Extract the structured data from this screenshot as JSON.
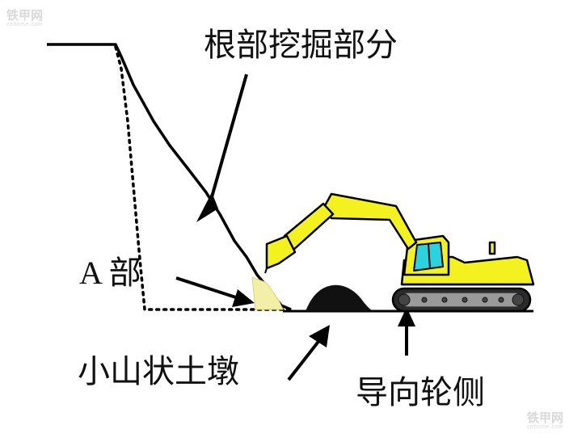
{
  "watermark": {
    "top_left_name": "铁甲网",
    "top_left_site": "cehome.com",
    "bottom_right_name": "铁甲网",
    "bottom_right_site": "cehome.com"
  },
  "labels": {
    "root_excavation": "根部挖掘部分",
    "part_a": "A 部",
    "small_mound": "小山状土墩",
    "guide_wheel_side": "导向轮侧"
  },
  "colors": {
    "excavator_body": "#f4f21e",
    "cab_glass": "#2bd3df",
    "track": "#222222",
    "soil_highlight": "#f2efa6",
    "soil_mound": "#111111",
    "outline": "#000000"
  }
}
